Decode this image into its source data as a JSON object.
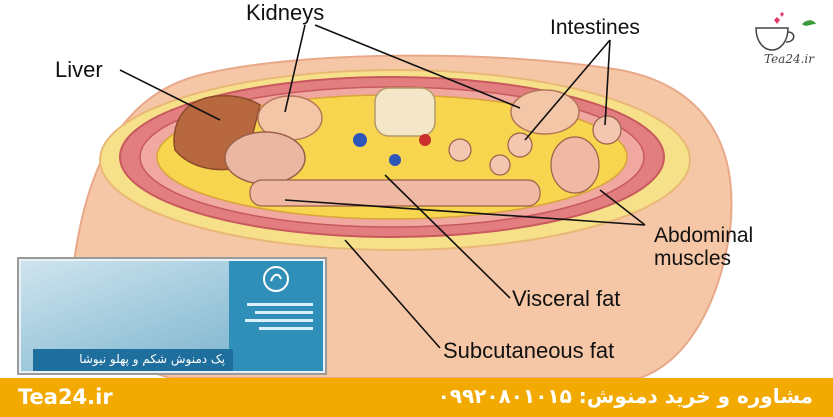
{
  "labels": {
    "kidneys": "Kidneys",
    "intestines": "Intestines",
    "liver": "Liver",
    "abdominal_muscles_1": "Abdominal",
    "abdominal_muscles_2": "muscles",
    "visceral_fat": "Visceral fat",
    "subcutaneous_fat": "Subcutaneous fat"
  },
  "brand": {
    "logo_text": "Tea24.ir"
  },
  "ad": {
    "banner_text": "پک دمنوش شکم و پهلو نیوشا"
  },
  "footer": {
    "site": "Tea24.ir",
    "cta": "مشاوره و خرید دمنوش:  ۰۹۹۲۰۸۰۱۰۱۵"
  },
  "colors": {
    "footer": "#f2a900",
    "skin": "#f6c7a6",
    "fat": "#f6d24a",
    "muscle": "#e0787a"
  }
}
